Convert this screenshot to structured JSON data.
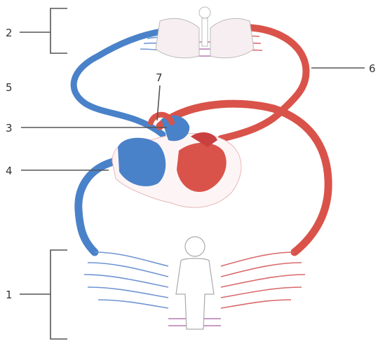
{
  "labels": {
    "label_2": "2",
    "label_5": "5",
    "label_6": "6",
    "label_7": "7",
    "label_3": "3",
    "label_4": "4",
    "label_1": "1"
  },
  "colors": {
    "deoxygenated": "#4a82c9",
    "oxygenated": "#d9534a",
    "capillary_mix": "#b67ab0",
    "leader_lines": "#555555"
  },
  "icons": {
    "lungs": "lungs-icon",
    "body": "human-body-icon",
    "heart": "heart-icon"
  }
}
